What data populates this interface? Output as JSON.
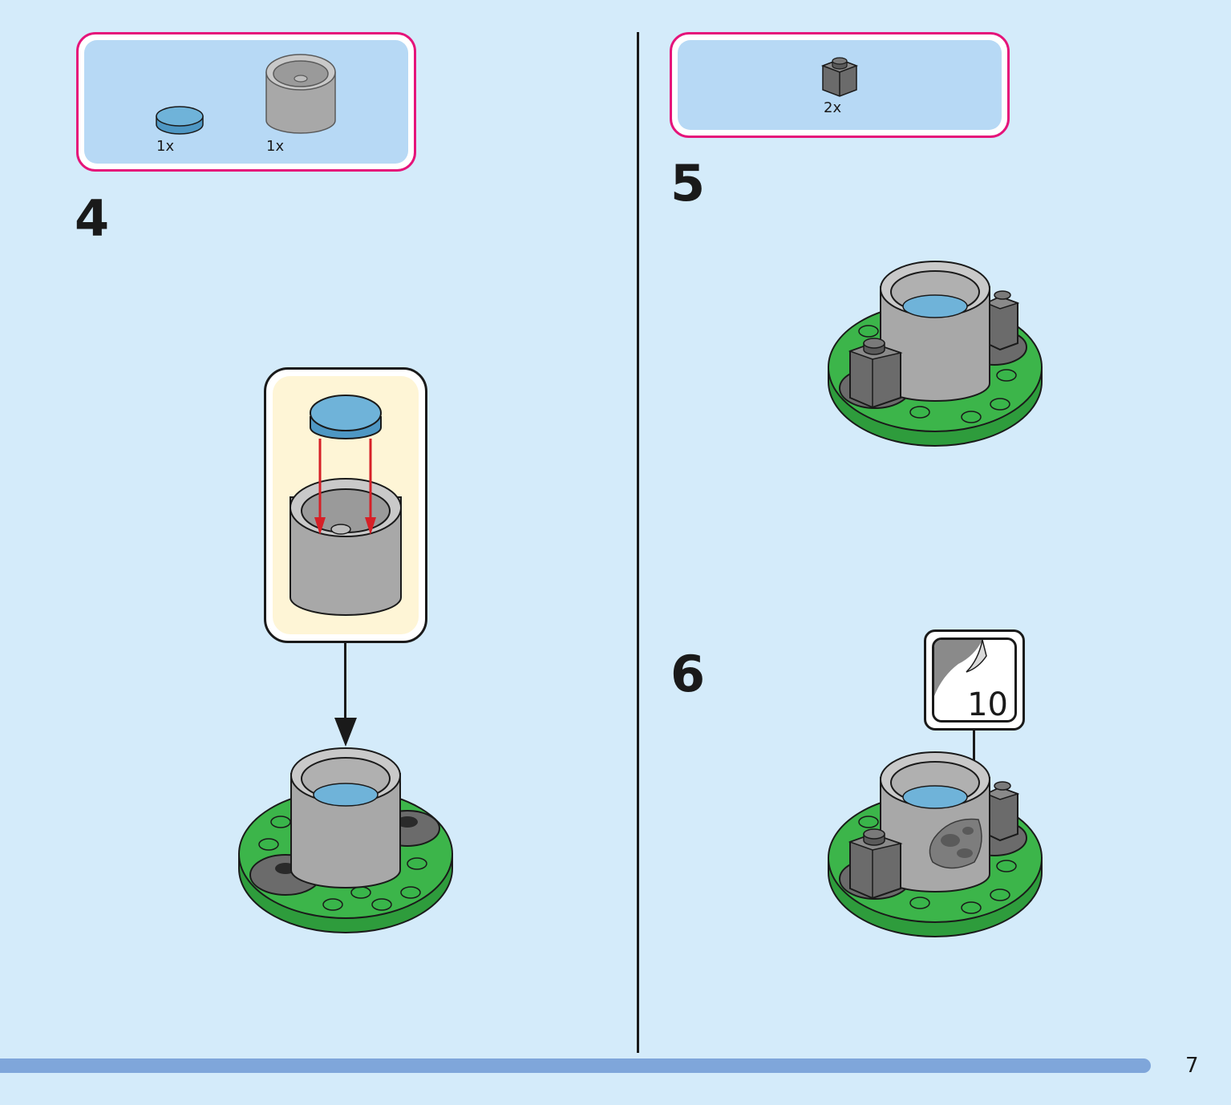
{
  "step4": {
    "number": "4",
    "parts": [
      {
        "qty": "1x",
        "icon": "round-tile-2x2-icon",
        "color": "#6fb3d9"
      },
      {
        "qty": "1x",
        "icon": "round-brick-2x2-icon",
        "color": "#a5a5a5"
      }
    ]
  },
  "step5": {
    "number": "5",
    "parts": [
      {
        "qty": "2x",
        "icon": "brick-1x1-icon",
        "color": "#6b6b6b"
      }
    ]
  },
  "step6": {
    "number": "6",
    "sticker": "10"
  },
  "page": {
    "number": "7"
  },
  "colors": {
    "background": "#d4ebfa",
    "parts_border": "#e5147a",
    "parts_fill": "#b7d9f5",
    "callout_fill": "#fef5d6",
    "green_plate": "#3cb54a",
    "arrow_red": "#d62027",
    "bottom_bar": "#7fa6da"
  }
}
